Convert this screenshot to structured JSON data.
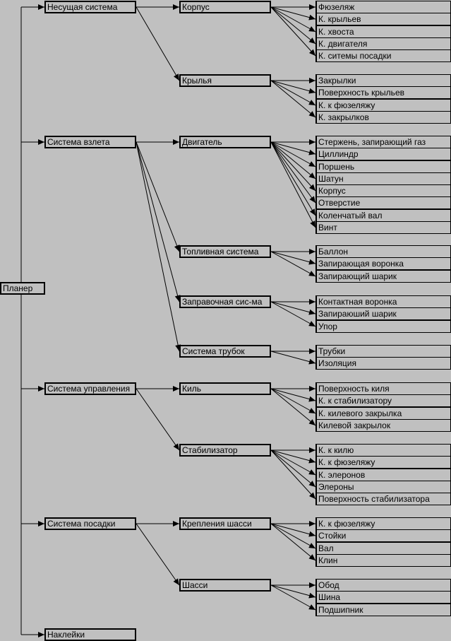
{
  "root": {
    "label": "Планер"
  },
  "branches": [
    {
      "label": "Несущая система",
      "children": [
        {
          "label": "Корпус",
          "items": [
            "Фюзеляж",
            "К. крыльев",
            "К. хвоста",
            "К. двигателя",
            "К. ситемы посадки"
          ]
        },
        {
          "label": "Крылья",
          "items": [
            "Закрылки",
            "Поверхность крыльев",
            "К. к фюзеляжу",
            "К. закрылков"
          ]
        }
      ]
    },
    {
      "label": "Система взлета",
      "children": [
        {
          "label": "Двигатель",
          "items": [
            "Стержень, запирающий газ",
            "Циллиндр",
            "Поршень",
            "Шатун",
            "Корпус",
            "Отверстие",
            "Коленчатый вал",
            "Винт"
          ]
        },
        {
          "label": "Топливная система",
          "items": [
            "Баллон",
            "Запирающая воронка",
            "Запирающий шарик"
          ]
        },
        {
          "label": "Заправочная сис-ма",
          "items": [
            "Контактная воронка",
            "Запираюший шарик",
            "Упор"
          ]
        },
        {
          "label": "Система трубок",
          "items": [
            "Трубки",
            "Изоляция"
          ]
        }
      ]
    },
    {
      "label": "Система управления",
      "children": [
        {
          "label": "Киль",
          "items": [
            "Поверхность киля",
            "К. к стабилизатору",
            "К. килевого закрылка",
            "Килевой закрылок"
          ]
        },
        {
          "label": "Стабилизатор",
          "items": [
            "К. к килю",
            "К. к фюзеляжу",
            "К. элеронов",
            "Элероны",
            "Поверхность стабилизатора"
          ]
        }
      ]
    },
    {
      "label": "Система посадки",
      "children": [
        {
          "label": "Крепления шасси",
          "items": [
            "К. к фюзеляжу",
            "Стойки",
            "Вал",
            "Клин"
          ]
        },
        {
          "label": "Шасси",
          "items": [
            "Обод",
            "Шина",
            "Подшипник"
          ]
        }
      ]
    },
    {
      "label": "Наклейки",
      "children": []
    }
  ]
}
